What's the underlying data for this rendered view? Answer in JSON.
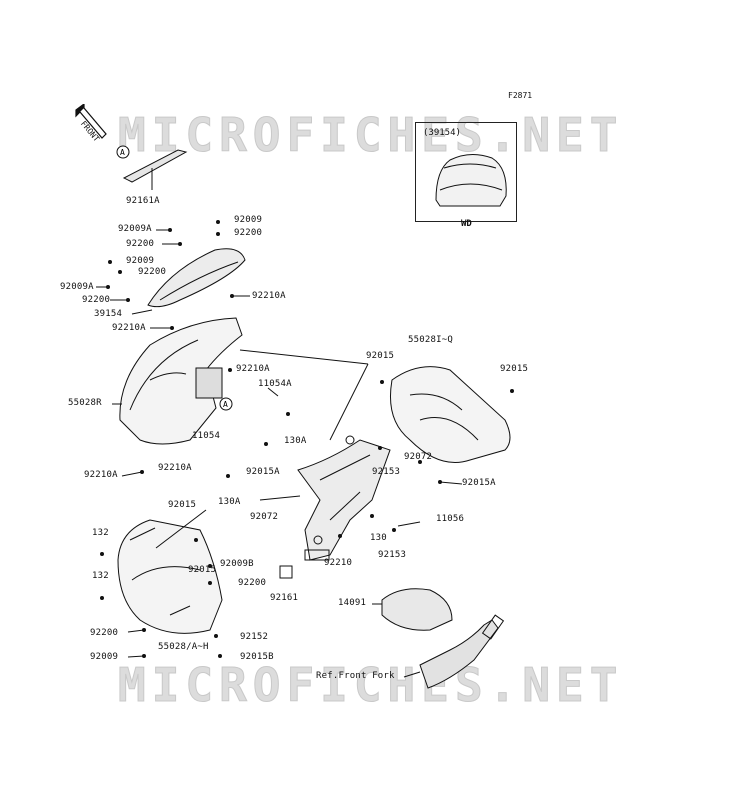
{
  "figure_code": "F2871",
  "watermark": "MICROFICHES.NET",
  "front_label": "FRONT",
  "inset": {
    "ref": "(39154)",
    "variant": "WD"
  },
  "callouts": [
    "A",
    "A"
  ],
  "labels": {
    "l92161A": "92161A",
    "l92009_1": "92009",
    "l92200_1": "92200",
    "l92009A_1": "92009A",
    "l92200_2": "92200",
    "l92009_2": "92009",
    "l92200_3": "92200",
    "l92009A_2": "92009A",
    "l92200_4": "92200",
    "l92210A_1": "92210A",
    "l39154": "39154",
    "l92210A_2": "92210A",
    "l55028R": "55028R",
    "l92210A_3": "92210A",
    "l11054A": "11054A",
    "l130A_1": "130A",
    "l11054": "11054",
    "l92210A_4": "92210A",
    "l92210A_5": "92210A",
    "l92015A": "92015A",
    "l130A_2": "130A",
    "l92015_1": "92015",
    "l92072_1": "92072",
    "l132_1": "132",
    "l132_2": "132",
    "l92015_2": "92015",
    "l92009B": "92009B",
    "l92200_5": "92200",
    "l92161": "92161",
    "l92210": "92210",
    "l92200_6": "92200",
    "l92152": "92152",
    "l55028AH": "55028/A~H",
    "l92009_3": "92009",
    "l92015B": "92015B",
    "l92015_3": "92015",
    "l55028IQ": "55028I~Q",
    "l92015_4": "92015",
    "l92072_2": "92072",
    "l92153_1": "92153",
    "l92015A_2": "92015A",
    "l11056": "11056",
    "l130": "130",
    "l92153_2": "92153",
    "l14091": "14091",
    "l_ref_fork": "Ref.Front Fork"
  }
}
